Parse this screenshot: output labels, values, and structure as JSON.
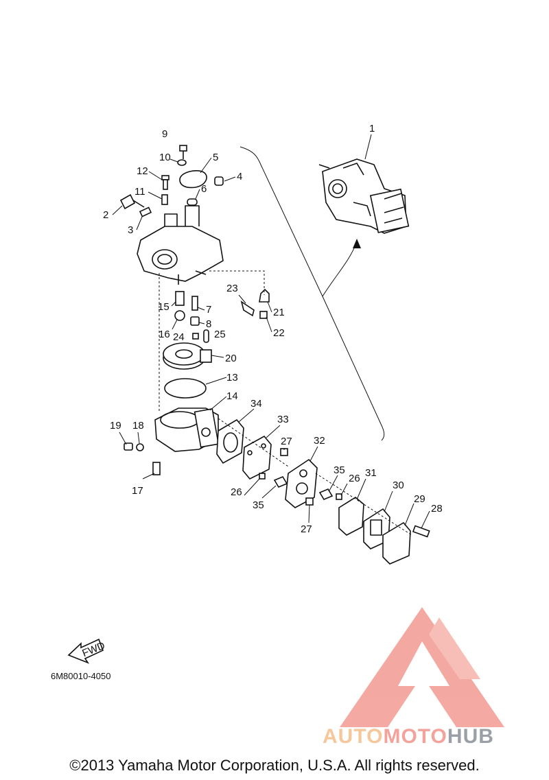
{
  "diagram": {
    "part_code": "6M80010-4050",
    "fwd_label": "FWD",
    "callouts": [
      "1",
      "2",
      "3",
      "4",
      "5",
      "6",
      "7",
      "8",
      "9",
      "10",
      "11",
      "12",
      "13",
      "14",
      "15",
      "16",
      "17",
      "18",
      "19",
      "20",
      "21",
      "22",
      "23",
      "24",
      "25",
      "26",
      "26",
      "26",
      "27",
      "27",
      "28",
      "29",
      "30",
      "31",
      "32",
      "33",
      "34",
      "35",
      "35"
    ]
  },
  "footer": {
    "copyright": "©2013 Yamaha Motor Corporation, U.S.A. All rights reserved."
  },
  "watermark": {
    "brand_parts": [
      "AUTO",
      "MOTO",
      "HUB"
    ],
    "colors": {
      "auto": "#f5c79a",
      "moto": "#f3a39b",
      "hub": "#9aa0a6",
      "logo": "#f29b92"
    }
  }
}
